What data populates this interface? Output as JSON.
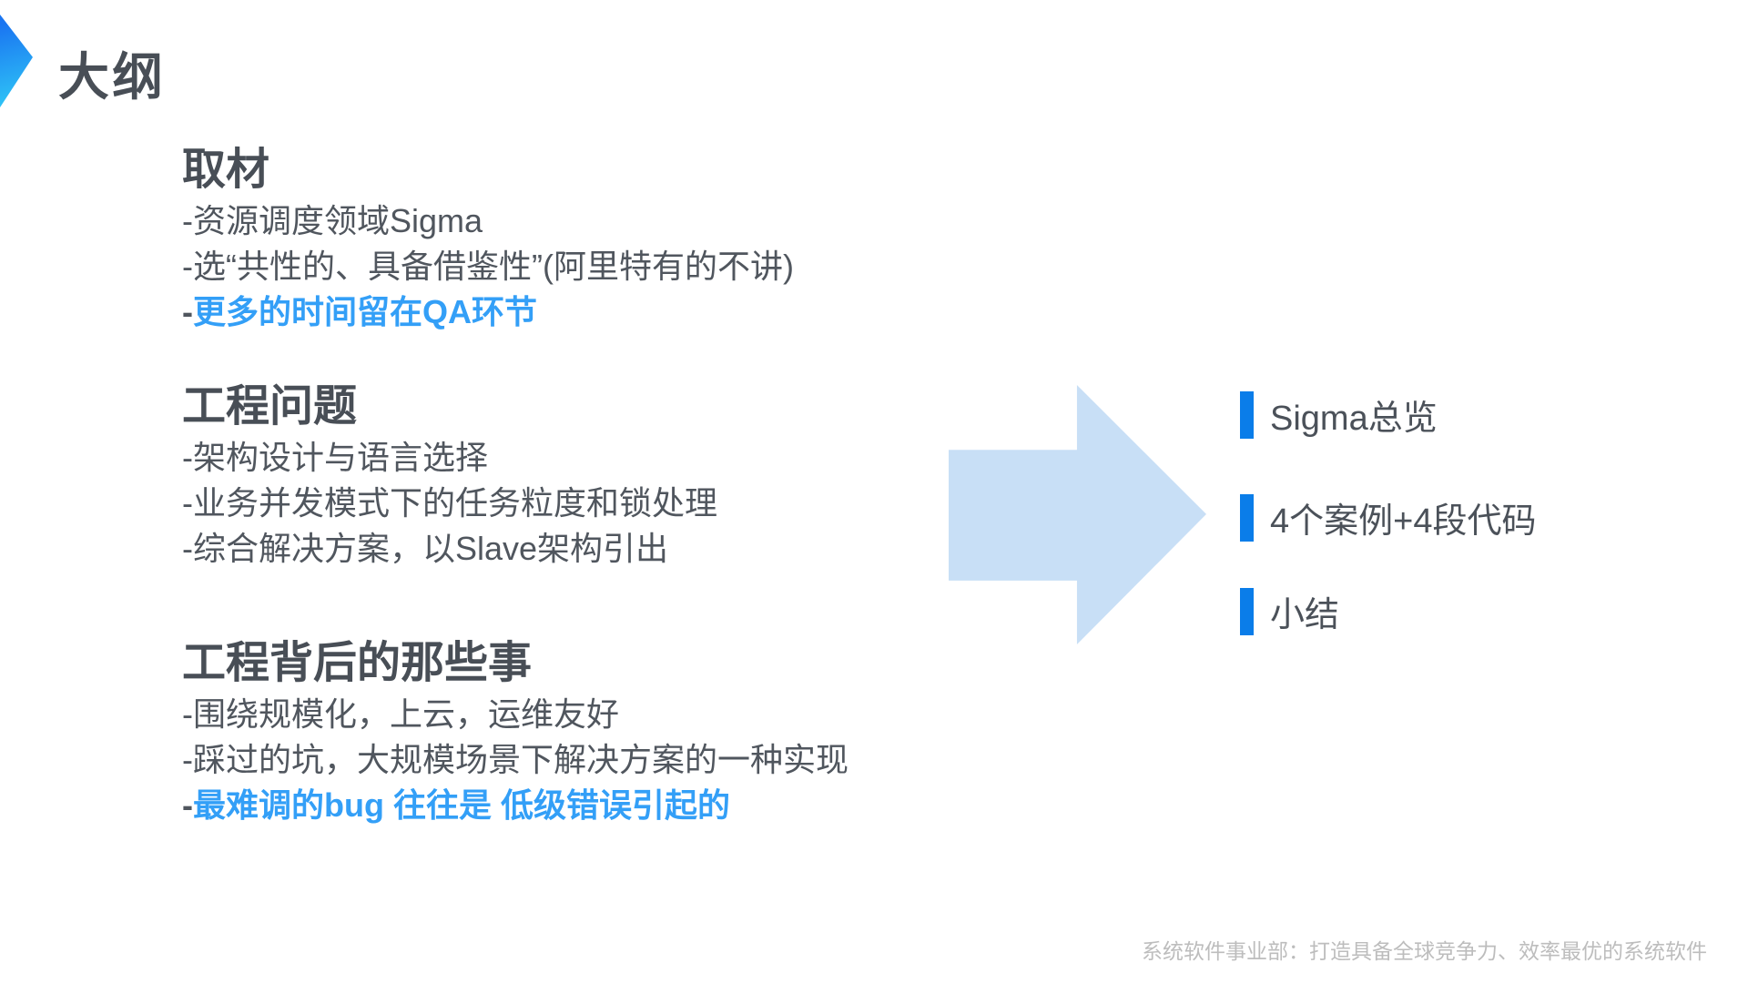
{
  "slide": {
    "title": "大纲",
    "sections": [
      {
        "heading": "取材",
        "items": [
          {
            "text": "-资源调度领域Sigma"
          },
          {
            "text": "-选“共性的、具备借鉴性”(阿里特有的不讲)"
          },
          {
            "dash": "-",
            "text": "更多的时间留在QA环节",
            "highlight": true
          }
        ]
      },
      {
        "heading": "工程问题",
        "items": [
          {
            "text": "-架构设计与语言选择"
          },
          {
            "text": "-业务并发模式下的任务粒度和锁处理"
          },
          {
            "text": "-综合解决方案，以Slave架构引出"
          }
        ]
      },
      {
        "heading": "工程背后的那些事",
        "items": [
          {
            "text": "-围绕规模化，上云，运维友好"
          },
          {
            "text": "-踩过的坑，大规模场景下解决方案的一种实现"
          },
          {
            "dash": "-",
            "text": "最难调的bug 往往是 低级错误引起的",
            "highlight": true
          }
        ]
      }
    ],
    "agenda": [
      {
        "label": "Sigma总览"
      },
      {
        "label": "4个案例+4段代码"
      },
      {
        "label": "小结"
      }
    ],
    "footer": "系统软件事业部：打造具备全球竞争力、效率最优的系统软件",
    "colors": {
      "heading_text": "#484e56",
      "body_text": "#50565e",
      "highlight_blue": "#339ff7",
      "agenda_bar_blue": "#0a7de9",
      "arrow_fill": "#c8dff6",
      "chevron_gradient_start": "#1a75f1",
      "chevron_gradient_end": "#2ec2f6",
      "footer_gray": "#bdbdbd"
    }
  }
}
